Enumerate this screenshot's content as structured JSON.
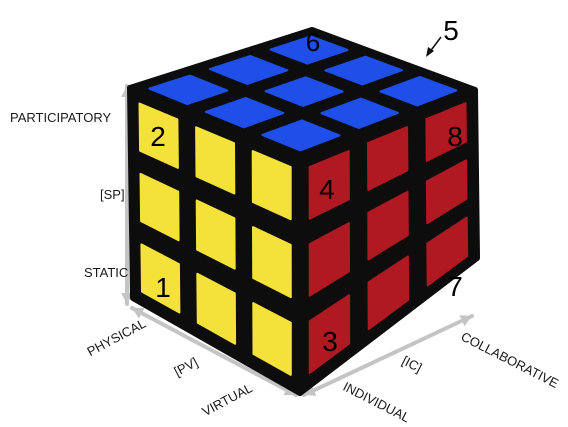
{
  "cube": {
    "colors": {
      "top": "#1f4fe8",
      "left": "#f4e23a",
      "right": "#b01822",
      "body": "#0d0d0d",
      "arrow": "#c4c4c4",
      "digit": "#111111"
    },
    "labels": {
      "top_center": "6",
      "top_back_right": "5",
      "left_top_front": "2",
      "left_bottom_front": "1",
      "right_top_front": "4",
      "right_top_back": "8",
      "right_bottom_front": "3",
      "right_bottom_back": "7"
    }
  },
  "axes": {
    "vertical": {
      "top": "PARTICIPATORY",
      "middle": "[SP]",
      "bottom": "STATIC"
    },
    "left_diag": {
      "outer": "PHYSICAL",
      "middle": "[PV]",
      "inner": "VIRTUAL"
    },
    "right_diag": {
      "inner": "INDIVIDUAL",
      "middle": "[IC]",
      "outer": "COLLABORATIVE"
    }
  }
}
